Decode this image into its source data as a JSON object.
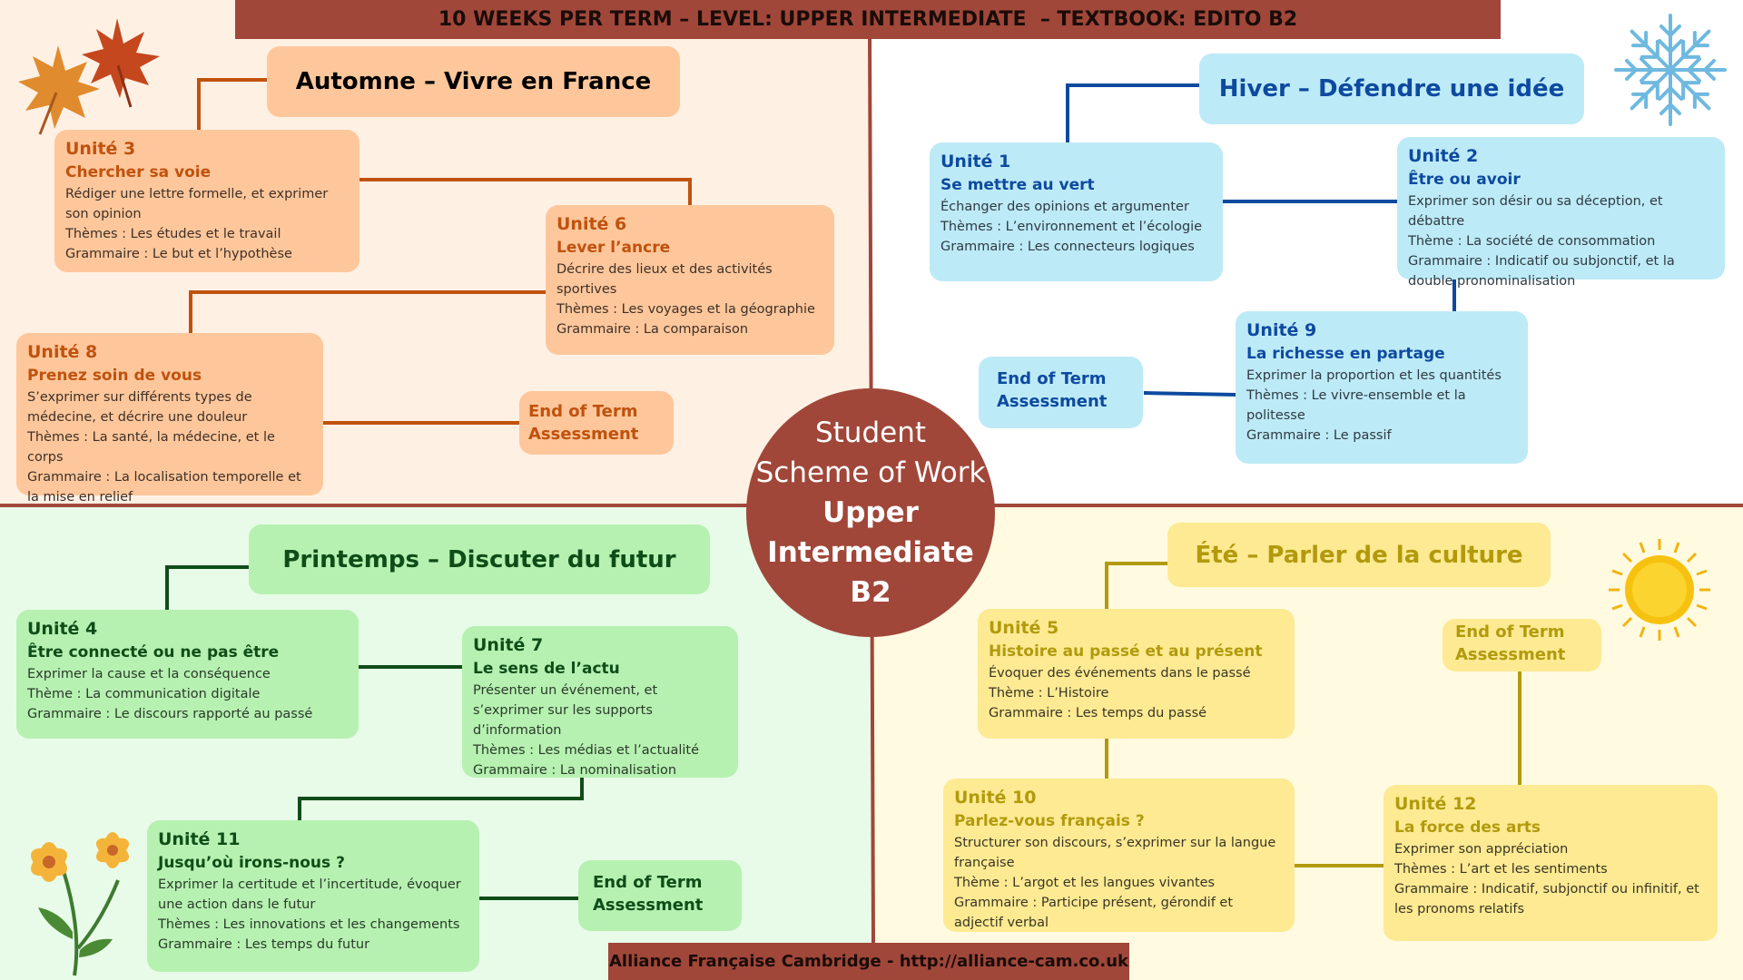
{
  "header": {
    "title": "10 WEEKS PER TERM – LEVEL: UPPER INTERMEDIATE  – TEXTBOOK: EDITO B2"
  },
  "footer": {
    "text": "Alliance Française Cambridge - http://alliance-cam.co.uk"
  },
  "center": {
    "line1": "Student",
    "line2": "Scheme of Work",
    "line3": "Upper",
    "line4": "Intermediate B2"
  },
  "colors": {
    "accent": "#a0473a",
    "autumn_bg": "#fff0e4",
    "winter_bg": "#ffffff",
    "spring_bg": "#e8fbe8",
    "summer_bg": "#fffae0"
  },
  "icons": {
    "autumn": "maple-leaves-icon",
    "winter": "snowflake-icon",
    "spring": "flower-icon",
    "summer": "sun-icon"
  },
  "autumn": {
    "title": "Automne – Vivre en France",
    "u3": {
      "num": "Unité 3",
      "title": "Chercher sa voie",
      "d1": "Rédiger une lettre formelle, et exprimer son opinion",
      "d2": "Thèmes : Les études et le travail",
      "d3": "Grammaire : Le but et l’hypothèse"
    },
    "u6": {
      "num": "Unité 6",
      "title": "Lever l’ancre",
      "d1": "Décrire des lieux et des activités sportives",
      "d2": "Thèmes : Les voyages et la géographie",
      "d3": "Grammaire : La comparaison"
    },
    "u8": {
      "num": "Unité 8",
      "title": "Prenez soin de vous",
      "d1": "S’exprimer sur différents types de médecine, et décrire une douleur",
      "d2": "Thèmes : La santé, la médecine, et le corps",
      "d3": "Grammaire : La localisation temporelle et la mise en relief"
    },
    "eot": "End of Term Assessment"
  },
  "winter": {
    "title": "Hiver – Défendre une idée",
    "u1": {
      "num": "Unité 1",
      "title": "Se mettre au vert",
      "d1": "Échanger des opinions et argumenter",
      "d2": "Thèmes : L’environnement et l’écologie",
      "d3": "Grammaire : Les connecteurs logiques"
    },
    "u2": {
      "num": "Unité 2",
      "title": "Être ou avoir",
      "d1": "Exprimer son désir ou sa déception, et débattre",
      "d2": "Thème : La société de consommation",
      "d3": "Grammaire : Indicatif ou subjonctif, et la double pronominalisation"
    },
    "u9": {
      "num": "Unité 9",
      "title": "La richesse en partage",
      "d1": "Exprimer la proportion et les quantités",
      "d2": "Thèmes : Le vivre-ensemble et la politesse",
      "d3": "Grammaire : Le passif"
    },
    "eot": "End of Term Assessment"
  },
  "spring": {
    "title": "Printemps – Discuter du futur",
    "u4": {
      "num": "Unité 4",
      "title": "Être connecté ou ne pas être",
      "d1": "Exprimer la cause et la conséquence",
      "d2": "Thème : La communication digitale",
      "d3": "Grammaire : Le discours rapporté au passé"
    },
    "u7": {
      "num": "Unité 7",
      "title": "Le sens de l’actu",
      "d1": "Présenter un événement, et s’exprimer sur les supports d’information",
      "d2": "Thèmes : Les médias et l’actualité",
      "d3": "Grammaire : La nominalisation"
    },
    "u11": {
      "num": "Unité 11",
      "title": "Jusqu’où irons-nous ?",
      "d1": "Exprimer la certitude et l’incertitude, évoquer une action dans le futur",
      "d2": "Thèmes : Les innovations et les changements",
      "d3": "Grammaire : Les temps du futur"
    },
    "eot": "End of Term Assessment"
  },
  "summer": {
    "title": "Été – Parler de la culture",
    "u5": {
      "num": "Unité 5",
      "title": "Histoire au passé et au présent",
      "d1": "Évoquer des événements dans le passé",
      "d2": "Thème : L’Histoire",
      "d3": "Grammaire : Les temps du passé"
    },
    "u10": {
      "num": "Unité 10",
      "title": "Parlez-vous français ?",
      "d1": "Structurer son discours, s’exprimer sur la langue française",
      "d2": "Thème : L’argot et les langues vivantes",
      "d3": "Grammaire : Participe présent, gérondif et adjectif verbal"
    },
    "u12": {
      "num": "Unité 12",
      "title": "La force des arts",
      "d1": "Exprimer son appréciation",
      "d2": "Thèmes : L’art et les sentiments",
      "d3": "Grammaire : Indicatif, subjonctif ou infinitif, et les pronoms relatifs"
    },
    "eot": "End of Term Assessment"
  }
}
